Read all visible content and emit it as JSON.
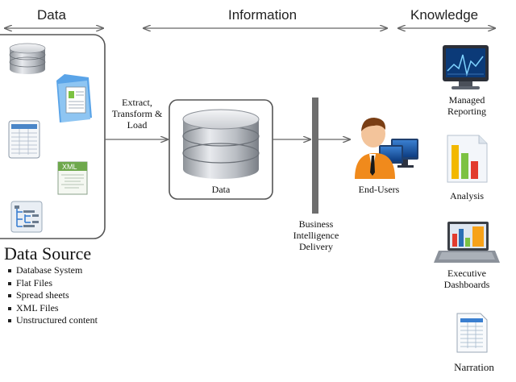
{
  "headers": {
    "data": "Data",
    "information": "Information",
    "knowledge": "Knowledge"
  },
  "flow": {
    "etl_label": "Extract,\nTransform &\nLoad",
    "warehouse_label": "Data",
    "bi_label": "Business\nIntelligence\nDelivery",
    "end_users_label": "End-Users"
  },
  "outputs": [
    {
      "label": "Managed\nReporting",
      "icon": "monitor-chart-icon"
    },
    {
      "label": "Analysis",
      "icon": "bar-chart-document-icon"
    },
    {
      "label": "Executive\nDashboards",
      "icon": "laptop-dashboard-icon"
    },
    {
      "label": "Narration",
      "icon": "spreadsheet-document-icon"
    }
  ],
  "data_source": {
    "title": "Data Source",
    "items": [
      "Database System",
      "Flat Files",
      "Spread sheets",
      "XML Files",
      "Unstructured content"
    ],
    "icons": [
      "database-icon",
      "folder-document-icon",
      "spreadsheet-icon",
      "xml-file-icon",
      "tree-structure-icon"
    ],
    "xml_badge": "XML"
  },
  "colors": {
    "arrow": "#666666",
    "border": "#555555",
    "db_silver": "#b8bcc2",
    "bi_bar": "#6e6e6e",
    "accent_blue": "#2a6fb5",
    "person_orange": "#f08a1c"
  }
}
